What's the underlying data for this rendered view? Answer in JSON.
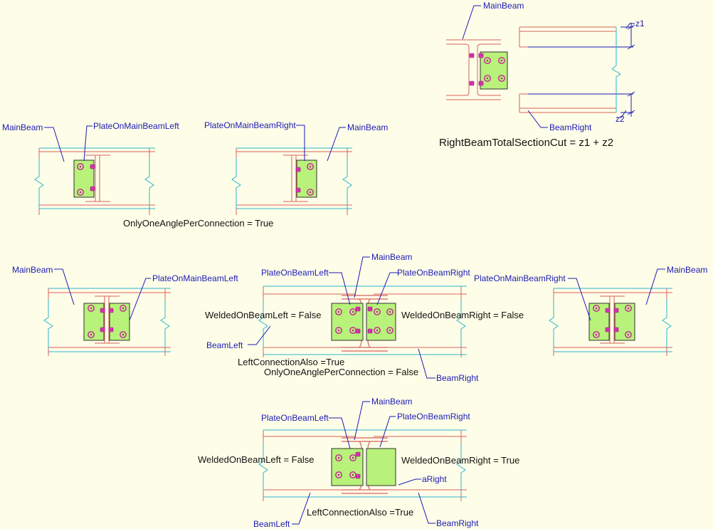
{
  "labels": {
    "main_beam": "MainBeam",
    "plate_on_main_beam_left": "PlateOnMainBeamLeft",
    "plate_on_main_beam_right": "PlateOnMainBeamRight",
    "plate_on_beam_left": "PlateOnBeamLeft",
    "plate_on_beam_right": "PlateOnBeamRight",
    "beam_left": "BeamLeft",
    "beam_right": "BeamRight",
    "z1": "z1",
    "z2": "z2",
    "a_right": "aRight"
  },
  "captions": {
    "right_beam_total_section_cut": "RightBeamTotalSectionCut = z1 + z2",
    "only_one_angle_true": "OnlyOneAnglePerConnection = True",
    "only_one_angle_false": "OnlyOneAnglePerConnection = False",
    "left_connection_also_true_1": "LeftConnectionAlso =True",
    "left_connection_also_true_2": "LeftConnectionAlso =True",
    "welded_on_beam_left_false_1": "WeldedOnBeamLeft = False",
    "welded_on_beam_right_false": "WeldedOnBeamRight = False",
    "welded_on_beam_left_false_2": "WeldedOnBeamLeft = False",
    "welded_on_beam_right_true": "WeldedOnBeamRight = True"
  },
  "colors": {
    "background": "#fefee8",
    "beam_outline": "#2ab4cf",
    "main_beam": "#d8605a",
    "plate": "#b8f27a",
    "bolt": "#c81e9a",
    "label": "#1a1ab4"
  }
}
